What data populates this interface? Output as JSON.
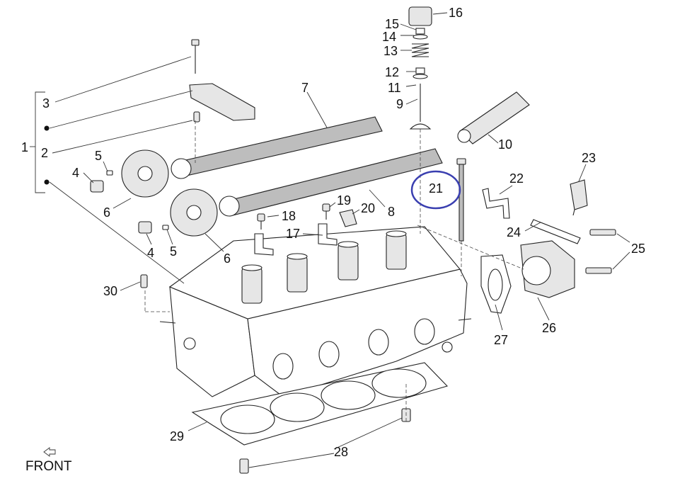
{
  "labels": {
    "n1": "1",
    "n2": "2",
    "n3": "3",
    "n4a": "4",
    "n4b": "4",
    "n5a": "5",
    "n5b": "5",
    "n6a": "6",
    "n6b": "6",
    "n7": "7",
    "n8": "8",
    "n9": "9",
    "n10": "10",
    "n11": "11",
    "n12": "12",
    "n13": "13",
    "n14": "14",
    "n15": "15",
    "n16": "16",
    "n17": "17",
    "n18": "18",
    "n19": "19",
    "n20": "20",
    "n21": "21",
    "n22": "22",
    "n23": "23",
    "n24": "24",
    "n25": "25",
    "n26": "26",
    "n27": "27",
    "n28": "28",
    "n29": "29",
    "n30": "30"
  },
  "front_label": "FRONT",
  "highlight_color": "#3a3fb0"
}
